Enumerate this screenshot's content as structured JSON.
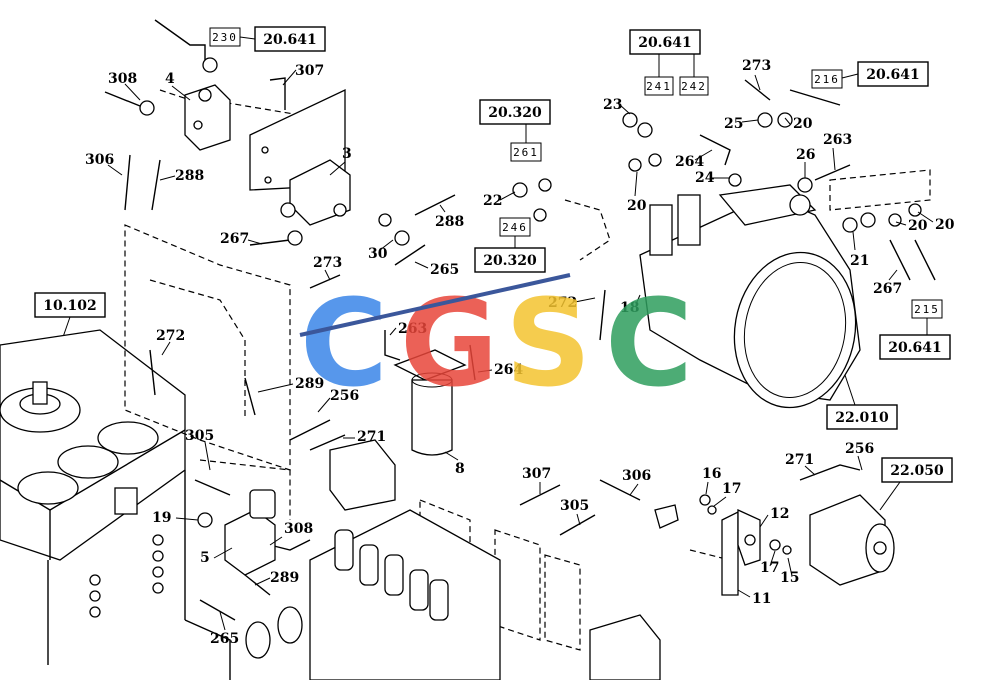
{
  "refs": [
    {
      "id": "r1",
      "label": "20.641"
    },
    {
      "id": "r2",
      "label": "20.641"
    },
    {
      "id": "r3",
      "label": "20.641"
    },
    {
      "id": "r4",
      "label": "20.641"
    },
    {
      "id": "r5",
      "label": "20.320"
    },
    {
      "id": "r6",
      "label": "20.320"
    },
    {
      "id": "r7",
      "label": "10.102"
    },
    {
      "id": "r8",
      "label": "22.010"
    },
    {
      "id": "r9",
      "label": "22.050"
    }
  ],
  "small_refs": [
    {
      "id": "s1",
      "label": "230"
    },
    {
      "id": "s2",
      "label": "241"
    },
    {
      "id": "s3",
      "label": "242"
    },
    {
      "id": "s4",
      "label": "216"
    },
    {
      "id": "s5",
      "label": "261"
    },
    {
      "id": "s6",
      "label": "246"
    },
    {
      "id": "s7",
      "label": "215"
    }
  ],
  "callouts": [
    "308",
    "4",
    "307",
    "306",
    "288",
    "3",
    "267",
    "288",
    "30",
    "265",
    "273",
    "272",
    "263",
    "289",
    "256",
    "264",
    "8",
    "305",
    "271",
    "19",
    "5",
    "308",
    "289",
    "265",
    "23",
    "25",
    "20",
    "273",
    "263",
    "26",
    "264",
    "24",
    "20",
    "20",
    "22",
    "21",
    "20",
    "267",
    "272",
    "18",
    "307",
    "306",
    "305",
    "16",
    "17",
    "12",
    "17",
    "15",
    "11",
    "271",
    "256"
  ],
  "watermark": {
    "letters": [
      "C",
      "G",
      "S",
      "C"
    ],
    "colors": [
      "#3a86e8",
      "#e8463a",
      "#f4c430",
      "#2e9e5e"
    ]
  }
}
